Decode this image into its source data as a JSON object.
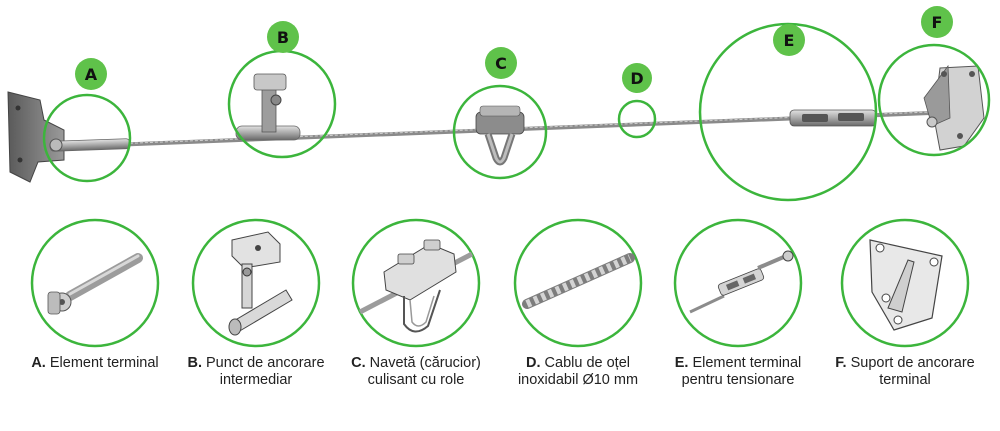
{
  "colors": {
    "accent": "#3cb53c",
    "badge": "#5fc24a",
    "metal_light": "#c9c9c9",
    "metal_dark": "#6e6e6e",
    "text": "#222222"
  },
  "callouts": [
    {
      "letter": "A",
      "title": "A.",
      "text": "Element terminal"
    },
    {
      "letter": "B",
      "title": "B.",
      "text": "Punct de ancorare intermediar"
    },
    {
      "letter": "C",
      "title": "C.",
      "text": "Navetă (cărucior) culisant cu role"
    },
    {
      "letter": "D",
      "title": "D.",
      "text": "Cablu de oțel inoxidabil Ø10 mm"
    },
    {
      "letter": "E",
      "title": "E.",
      "text": "Element terminal pentru tensionare"
    },
    {
      "letter": "F",
      "title": "F.",
      "text": "Suport de ancorare terminal"
    }
  ]
}
